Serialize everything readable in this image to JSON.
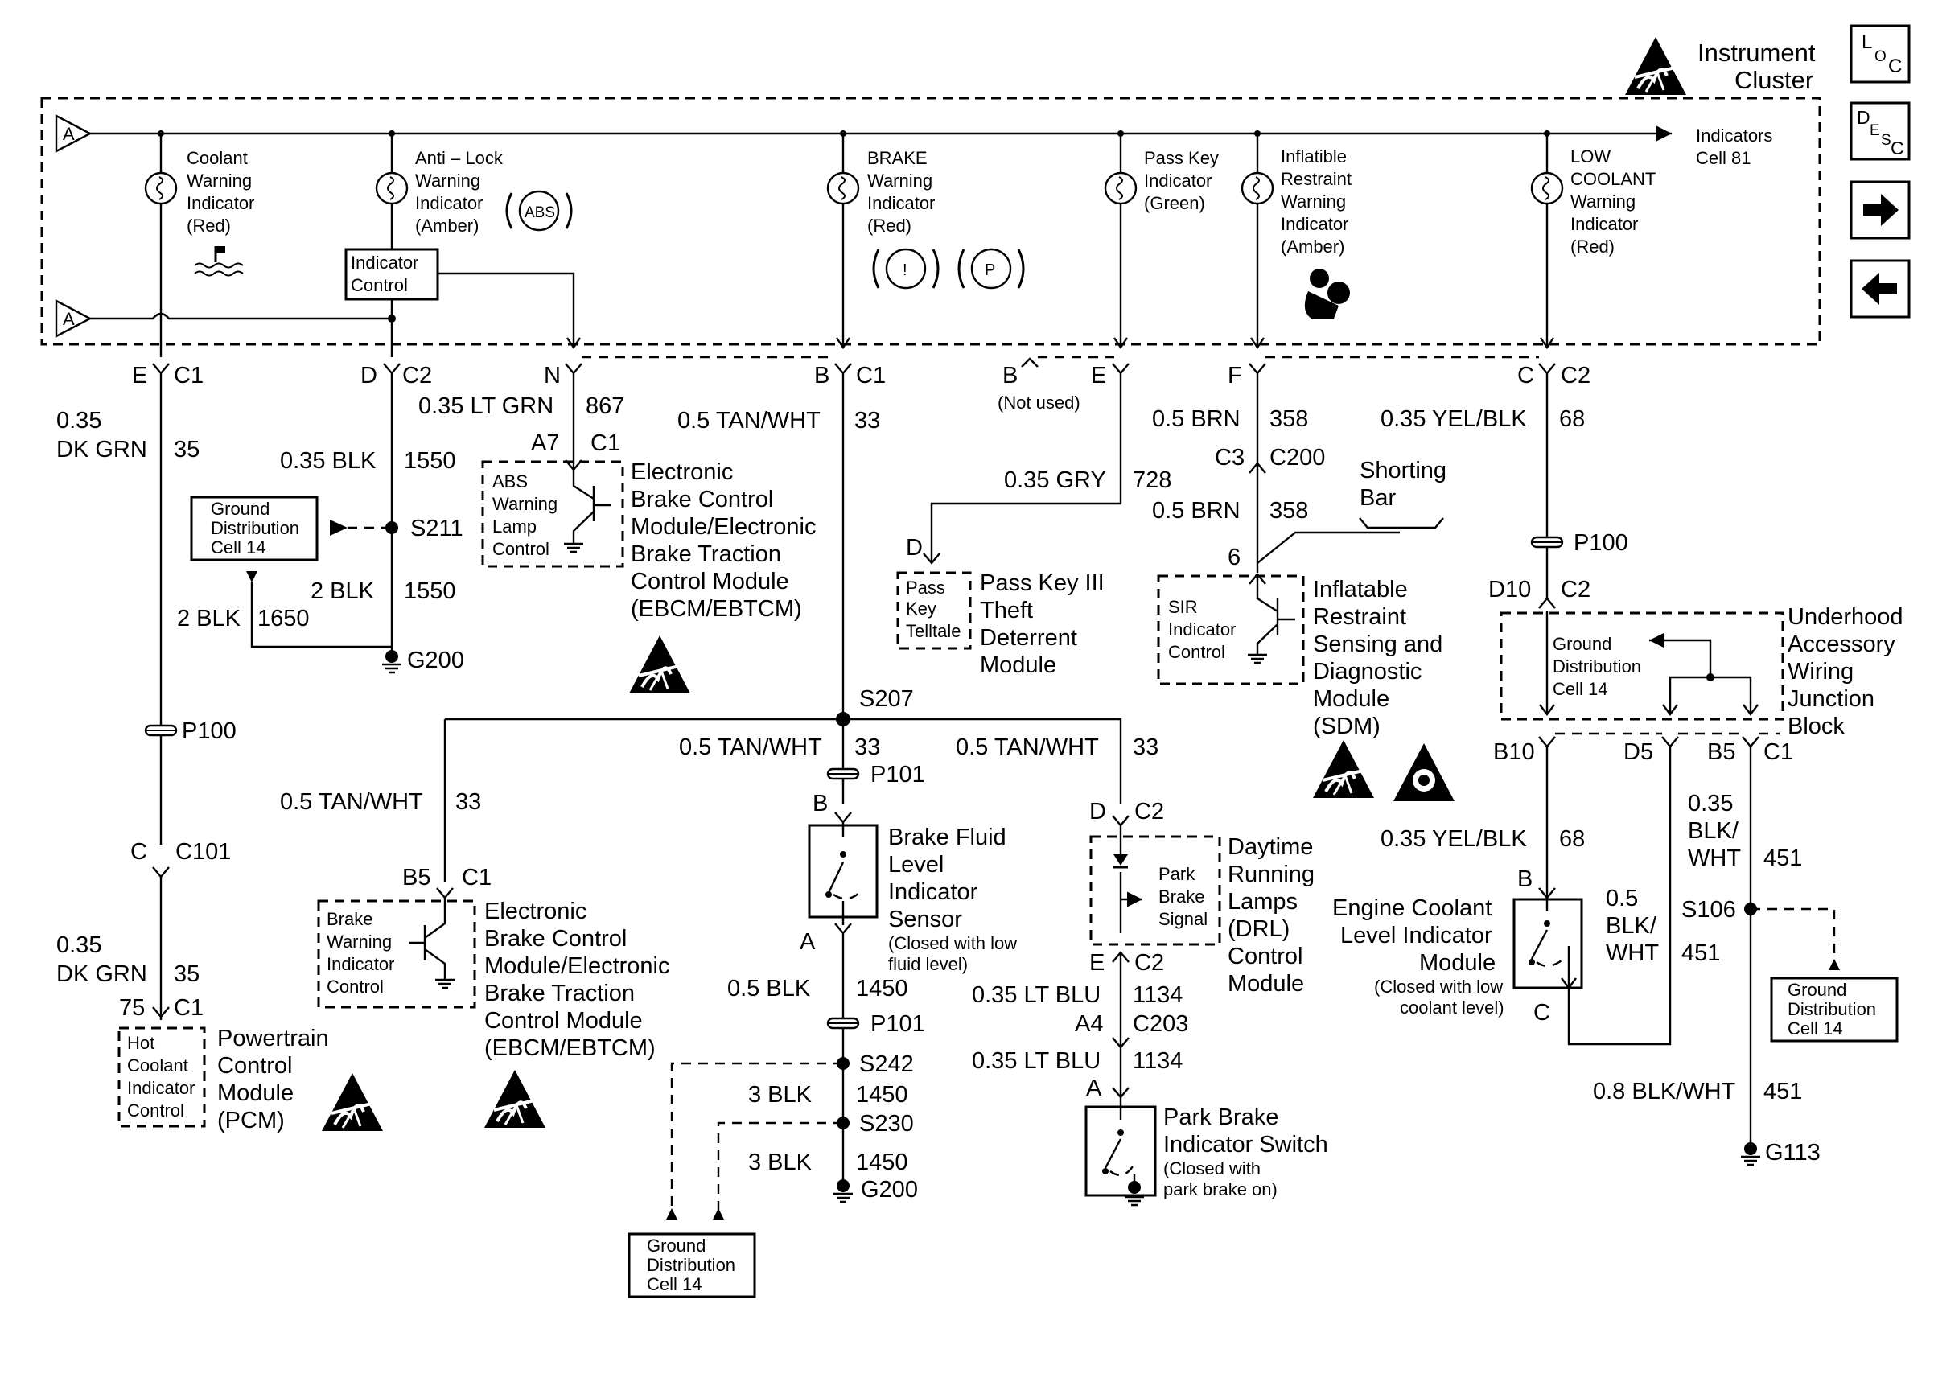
{
  "diagram": {
    "cluster": {
      "title_line1": "Instrument",
      "title_line2": "Cluster",
      "bus_ref": "A",
      "indicators_ref_line1": "Indicators",
      "indicators_ref_line2": "Cell 81",
      "connector_c1": "C1",
      "connector_c2": "C2",
      "indicators": {
        "coolant": [
          "Coolant",
          "Warning",
          "Indicator",
          "(Red)"
        ],
        "abs": [
          "Anti – Lock",
          "Warning",
          "Indicator",
          "(Amber)"
        ],
        "abs_symbol": "ABS",
        "brake": [
          "BRAKE",
          "Warning",
          "Indicator",
          "(Red)"
        ],
        "brake_symbol_1": "!",
        "brake_symbol_2": "P",
        "passkey": [
          "Pass Key",
          "Indicator",
          "(Green)"
        ],
        "airbag": [
          "Inflatible",
          "Restraint",
          "Warning",
          "Indicator",
          "(Amber)"
        ],
        "low_coolant": [
          "LOW",
          "COOLANT",
          "Warning",
          "Indicator",
          "(Red)"
        ]
      },
      "indicator_control": [
        "Indicator",
        "Control"
      ]
    },
    "nav": {
      "loc": [
        "L",
        "O",
        "C"
      ],
      "desc": [
        "D",
        "E",
        "S",
        "C"
      ]
    },
    "pins": {
      "E": "E",
      "D": "D",
      "N": "N",
      "B": "B",
      "B2": "B",
      "E2": "E",
      "F": "F",
      "C": "C",
      "not_used": "(Not used)"
    },
    "wires": {
      "dkgrn_top_1": "0.35",
      "dkgrn_top_2": "DK GRN",
      "dkgrn_top_num": "35",
      "blk_1550_a": "0.35 BLK",
      "blk_1550_a_num": "1550",
      "blk_1550_b": "2 BLK",
      "blk_1550_b_num": "1550",
      "blk_1650": "2 BLK",
      "blk_1650_num": "1650",
      "ltgrn": "0.35 LT GRN",
      "ltgrn_num": "867",
      "tanwht_top": "0.5 TAN/WHT",
      "tanwht_top_num": "33",
      "gry": "0.35 GRY",
      "gry_num": "728",
      "brn_a": "0.5 BRN",
      "brn_a_num": "358",
      "brn_b": "0.5 BRN",
      "brn_b_num": "358",
      "yelblk_a": "0.35 YEL/BLK",
      "yelblk_a_num": "68",
      "yelblk_b": "0.35 YEL/BLK",
      "yelblk_b_num": "68",
      "tanwht_left": "0.5 TAN/WHT",
      "tanwht_left_num": "33",
      "tanwht_mid": "0.5 TAN/WHT",
      "tanwht_mid_num": "33",
      "tanwht_right": "0.5 TAN/WHT",
      "tanwht_right_num": "33",
      "dkgrn_bot_1": "0.35",
      "dkgrn_bot_2": "DK GRN",
      "dkgrn_bot_num": "35",
      "blk_1450_a": "0.5 BLK",
      "blk_1450_a_num": "1450",
      "blk_1450_b": "3 BLK",
      "blk_1450_b_num": "1450",
      "blk_1450_c": "3 BLK",
      "blk_1450_c_num": "1450",
      "ltblu_a": "0.35 LT BLU",
      "ltblu_a_num": "1134",
      "ltblu_b": "0.35 LT BLU",
      "ltblu_b_num": "1134",
      "blkwht_a_1": "0.35",
      "blkwht_a_2": "BLK/",
      "blkwht_a_3": "WHT",
      "blkwht_a_num": "451",
      "blkwht_b_1": "0.5",
      "blkwht_b_2": "BLK/",
      "blkwht_b_3": "WHT",
      "blkwht_b_num": "451",
      "blkwht_c": "0.8 BLK/WHT",
      "blkwht_c_num": "451"
    },
    "nodes": {
      "s211": "S211",
      "g200_top": "G200",
      "p100_left": "P100",
      "c101_pin": "C",
      "c101": "C101",
      "a7": "A7",
      "c1_ebcm": "C1",
      "s207": "S207",
      "p101_top": "P101",
      "b_fluid": "B",
      "a_fluid": "A",
      "p101_bot": "P101",
      "s242": "S242",
      "s230": "S230",
      "g200_bot": "G200",
      "d_passkey": "D",
      "c3": "C3",
      "c200": "C200",
      "pin6": "6",
      "p100_right": "P100",
      "d10": "D10",
      "c2_uab": "C2",
      "b10": "B10",
      "d5": "D5",
      "b5_right": "B5",
      "c1_right": "C1",
      "s106": "S106",
      "g113": "G113",
      "b5_left": "B5",
      "c1_left": "C1",
      "pin75": "75",
      "c1_pcm": "C1",
      "d_drl": "D",
      "c2_drl": "C2",
      "e_drl": "E",
      "c2_drl_b": "C2",
      "a4": "A4",
      "c203": "C203",
      "a_park": "A",
      "b_ecl": "B",
      "c_ecl": "C"
    },
    "ground_dist": {
      "line1": "Ground",
      "line2": "Distribution",
      "line3": "Cell 14"
    },
    "components": {
      "ebcm_top_ctrl": [
        "ABS",
        "Warning",
        "Lamp",
        "Control"
      ],
      "ebcm_top_name": [
        "Electronic",
        "Brake Control",
        "Module/Electronic",
        "Brake Traction",
        "Control Module",
        "(EBCM/EBTCM)"
      ],
      "passkey_ctrl": [
        "Pass",
        "Key",
        "Telltale"
      ],
      "passkey_name": [
        "Pass Key III",
        "Theft",
        "Deterrent",
        "Module"
      ],
      "shorting_bar": [
        "Shorting",
        "Bar"
      ],
      "sdm_ctrl": [
        "SIR",
        "Indicator",
        "Control"
      ],
      "sdm_name": [
        "Inflatable",
        "Restraint",
        "Sensing and",
        "Diagnostic",
        "Module",
        "(SDM)"
      ],
      "uab_ctrl": [
        "Ground",
        "Distribution",
        "Cell 14"
      ],
      "uab_name": [
        "Underhood",
        "Accessory",
        "Wiring",
        "Junction",
        "Block"
      ],
      "brake_fluid_name": [
        "Brake Fluid",
        "Level",
        "Indicator",
        "Sensor"
      ],
      "brake_fluid_note": [
        "(Closed with low",
        "fluid level)"
      ],
      "drl_ctrl": [
        "Park",
        "Brake",
        "Signal"
      ],
      "drl_name": [
        "Daytime",
        "Running",
        "Lamps",
        "(DRL)",
        "Control",
        "Module"
      ],
      "ebcm_bot_ctrl": [
        "Brake",
        "Warning",
        "Indicator",
        "Control"
      ],
      "ebcm_bot_name": [
        "Electronic",
        "Brake Control",
        "Module/Electronic",
        "Brake Traction",
        "Control Module",
        "(EBCM/EBTCM)"
      ],
      "pcm_ctrl": [
        "Hot",
        "Coolant",
        "Indicator",
        "Control"
      ],
      "pcm_name": [
        "Powertrain",
        "Control",
        "Module",
        "(PCM)"
      ],
      "park_brake_name": [
        "Park Brake",
        "Indicator Switch"
      ],
      "park_brake_note": [
        "(Closed with",
        "park brake on)"
      ],
      "ecl_name": [
        "Engine Coolant",
        "Level Indicator",
        "Module"
      ],
      "ecl_note": [
        "(Closed with low",
        "coolant level)"
      ]
    }
  }
}
